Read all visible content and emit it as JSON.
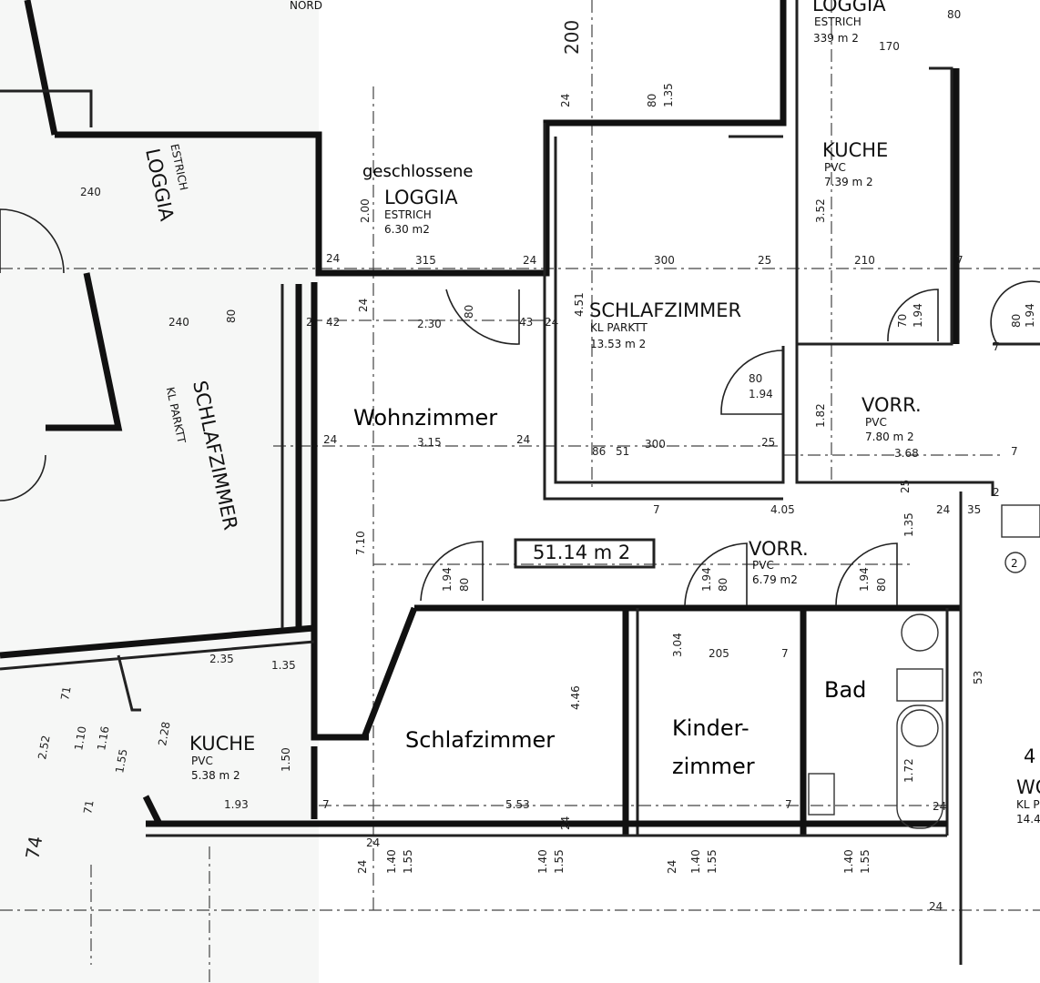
{
  "rooms_overlay": {
    "geschlossene": "geschlossene",
    "wohnzimmer": "Wohnzimmer",
    "schlafzimmer": "Schlafzimmer",
    "kinder_1": "Kinder-",
    "kinder_2": "zimmer",
    "bad": "Bad"
  },
  "plan_labels": {
    "nord": "NORD",
    "loggia_top_right": {
      "name": "LOGGIA",
      "floor": "ESTRICH",
      "area": "339 m 2"
    },
    "loggia_left": {
      "name": "LOGGIA",
      "floor": "ESTRICH"
    },
    "loggia_center": {
      "name": "LOGGIA",
      "floor": "ESTRICH",
      "area": "6.30 m2"
    },
    "kueche_top": {
      "name": "KUCHE",
      "floor": "PVC",
      "area": "7.39 m 2"
    },
    "schlafzimmer_top": {
      "name": "SCHLAFZIMMER",
      "floor": "KL PARKTT",
      "area": "13.53 m 2"
    },
    "schlafzimmer_left": {
      "name": "SCHLAFZIMMER",
      "floor": "KL PARKTT"
    },
    "vorr_right": {
      "name": "VORR.",
      "floor": "PVC",
      "area": "7.80 m 2"
    },
    "vorr_center": {
      "name": "VORR.",
      "floor": "PVC",
      "area": "6.79 m2"
    },
    "kueche_bottom": {
      "name": "KUCHE",
      "floor": "PVC",
      "area": "5.38 m 2"
    },
    "total_area": "51.14 m 2",
    "right_edge": {
      "name": "WO",
      "floor": "KL P",
      "area": "14.4",
      "num": "4"
    },
    "symbol_num": "2"
  },
  "dimensions": [
    "200",
    "24",
    "80",
    "1.35",
    "80",
    "170",
    "240",
    "24",
    "315",
    "24",
    "300",
    "25",
    "210",
    "7",
    "3.52",
    "2.00",
    "240",
    "80",
    "2",
    "42",
    "24",
    "2.30",
    "80",
    "43",
    "24",
    "4.51",
    "80",
    "1.94",
    "70",
    "1.94",
    "80",
    "1.94",
    "24",
    "3.15",
    "24",
    "86",
    "51",
    "300",
    "25",
    "7",
    "1.82",
    "3.68",
    "25",
    "7",
    "4.05",
    "24",
    "35",
    "2",
    "1.35",
    "7.10",
    "80",
    "1.94",
    "80",
    "1.94",
    "80",
    "1.94",
    "3.04",
    "205",
    "7",
    "4.46",
    "7",
    "7",
    "1.72",
    "24",
    "53",
    "2.35",
    "1.35",
    "2.28",
    "1.50",
    "1.93",
    "5.53",
    "7",
    "24",
    "1.40",
    "1.55",
    "1.40",
    "1.55",
    "24",
    "1.40",
    "1.55",
    "1.40",
    "1.55",
    "24",
    "74",
    "2.52",
    "1.10",
    "1.16",
    "1.55",
    "71",
    "71",
    "24",
    "24"
  ]
}
